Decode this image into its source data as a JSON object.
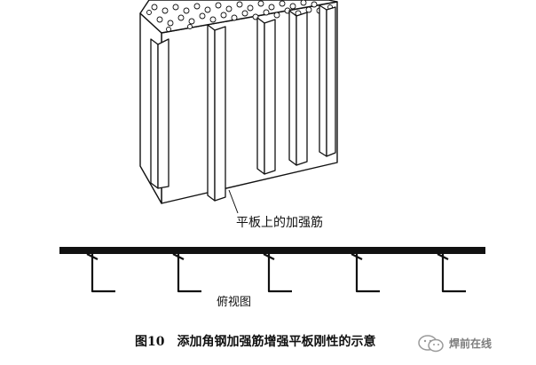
{
  "figure": {
    "isometric_label": "平板上的加强筋",
    "plan_label": "俯视图",
    "caption_number": "图10",
    "caption_text": "添加角钢加强筋增强平板刚性的示意"
  },
  "watermark": {
    "text": "焊前在线",
    "icon": "wechat-logo-icon"
  }
}
